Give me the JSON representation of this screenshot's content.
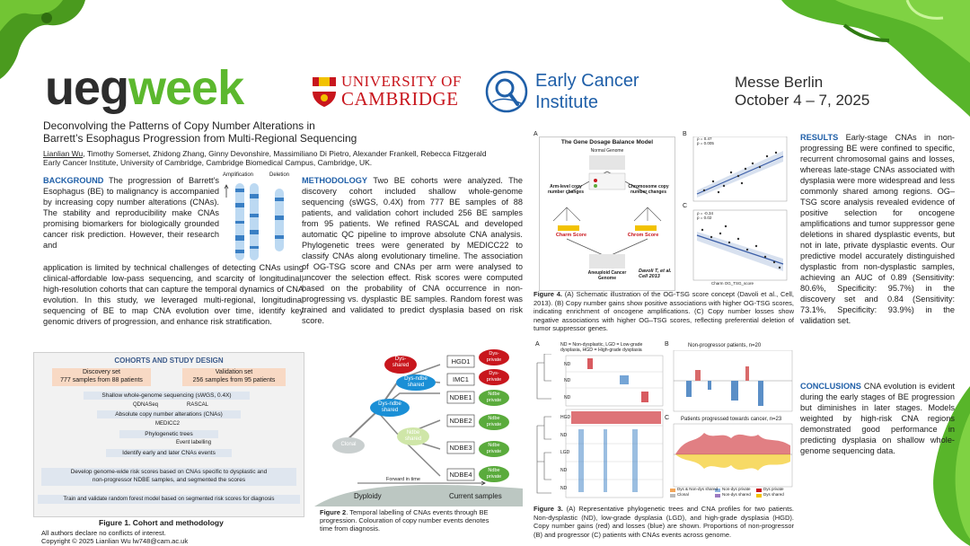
{
  "header": {
    "ueg": "ueg",
    "week": "week",
    "cambridge_line1": "UNIVERSITY OF",
    "cambridge_line2": "CAMBRIDGE",
    "eci_line1": "Early Cancer",
    "eci_line2": "Institute",
    "venue": "Messe Berlin",
    "dates": "October 4 – 7, 2025"
  },
  "title": {
    "line1": "Deconvolving the Patterns of Copy Number Alterations in",
    "line2": "Barrett’s Esophagus Progression from Multi-Regional Sequencing"
  },
  "authors": {
    "first": "Lianlian Wu",
    "rest": ", Timothy Somerset, Zhidong Zhang, Ginny Devonshire, Massimiliano Di Pietro, Alexander Frankell, Rebecca Fitzgerald",
    "affiliation": "Early Cancer Institute, University of Cambridge, Cambridge Biomedical Campus, Cambridge, UK."
  },
  "background": {
    "heading": "BACKGROUND",
    "text1": " The progression of Barrett’s Esophagus (BE) to malignancy is accompanied by increasing copy number alterations (CNAs). The stability and reproducibility make CNAs promising biomarkers for biologically grounded cancer risk prediction. However, their research and",
    "text2": "application is limited by technical challenges of detecting CNAs using clinical-affordable low-pass sequencing, and scarcity of longitudinal, high-resolution cohorts that can capture the temporal dynamics of CNA evolution. In this study, we leveraged multi-regional, longitudinal sequencing of BE to map CNA evolution over time, identify key genomic drivers of progression, and enhance risk stratification.",
    "chrom_label_amp": "Amplification",
    "chrom_label_del": "Deletion"
  },
  "methodology": {
    "heading": "METHODOLOGY",
    "text": " Two BE cohorts were analyzed. The discovery cohort included shallow whole-genome sequencing (sWGS, 0.4X) from 777 BE samples of 88 patients, and validation cohort included 256 BE samples from 95 patients. We refined RASCAL and developed automatic QC pipeline to improve absolute CNA analysis. Phylogenetic trees were generated by MEDICC22 to classify CNAs along evolutionary timeline. The association of OG-TSG score and CNAs per arm were analysed to uncover the selection effect. Risk scores were computed based on the probability of CNA occurrence in non-progressing vs. dysplastic BE samples. Random forest was trained and validated to predict dysplasia based on risk score."
  },
  "fig1": {
    "title": "COHORTS AND STUDY DESIGN",
    "discovery_title": "Discovery set",
    "discovery_text": "777 samples from 88 patients",
    "validation_title": "Validation set",
    "validation_text": "256 samples from 95 patients",
    "step1": "Shallow whole-genome sequencing (sWGS, 0.4X)",
    "tool1": "QDNASeq",
    "tool2": "RASCAL",
    "step2": "Absolute copy number alterations (CNAs)",
    "tool3": "MEDICC2",
    "step3": "Phylogenetic trees",
    "tool4": "Event labelling",
    "step4": "Identify early and later CNAs events",
    "step5_line1": "Develop genome-wide risk scores based on CNAs specific to dysplastic and",
    "step5_line2": "non-progressor NDBE samples, and segmented the scores",
    "step6": "Train and validate random forest model based on segmented risk scores for diagnosis",
    "caption": "Figure 1. Cohort and methodology"
  },
  "fig2": {
    "nodes": {
      "dys_shared": "Dys-\nshared",
      "dys_ndbe_shared_top": "Dys-ndbe\nshared",
      "dys_ndbe_shared_mid": "Dys-ndbe\nshared",
      "ndbe_shared": "Ndbe\nshared",
      "clonal": "Clonal",
      "dys_private": "Dys-\nprivate",
      "ndbe_private": "Ndbe\nprivate"
    },
    "samples": [
      "HGD1",
      "IMC1",
      "NDBE1",
      "NDBE2",
      "NDBE3",
      "NDBE4"
    ],
    "forward_label": "Forward in time",
    "ploidy_label": "Dyploidy",
    "current_label": "Current samples",
    "caption_bold": "Figure 2",
    "caption_text": ". Temporal labelling of CNAs events through BE progression. Colouration of copy number events denotes time from diagnosis."
  },
  "fig4": {
    "panel_a": "A",
    "panel_b": "B",
    "panel_c": "C",
    "model_title": "The Gene Dosage Balance Model",
    "normal_genome": "Normal Genome",
    "aneuploid": "Aneuploid Cancer Genome",
    "citation": "Davoli T, et al. Cell 2013",
    "arm_left": "Arm-level copy number changes",
    "arm_right": "Chromosome copy number changes",
    "charm_score": "Charm Score",
    "chrom_score": "Chrom Score",
    "b_stats": "ρ = 0.47\np = 0.005",
    "c_stats": "ρ = -0.34\np = 0.02",
    "xlabel": "Charm OG_TSG_score",
    "caption_bold": "Figure 4.",
    "caption_text": " (A) Schematic illustration of the OG-TSG score concept (Davoli et al., Cell, 2013). (B) Copy number gains show positive associations with higher OG-TSG scores, indicating enrichment of oncogene amplifications. (C) Copy number losses show negative associations with higher OG–TSG scores, reflecting preferential deletion of tumor suppressor genes."
  },
  "fig3": {
    "panel_a": "A",
    "panel_b": "B",
    "panel_c": "C",
    "legend_line1": "ND = Non-dysplastic, LGD = Low-grade",
    "legend_line2": "dysplasia, HGD = High-grade dysplasia",
    "nonprog_title": "Non-progressor patients, n=20",
    "prog_title": "Patients progressed towards cancer, n=23",
    "rows_top": [
      "ND",
      "ND",
      "ND"
    ],
    "rows_bottom": [
      "HGD",
      "ND",
      "LGD",
      "ND",
      "ND"
    ],
    "key": [
      "Dys & Non-dys shared",
      "Non-dys private",
      "Dys private",
      "Clonal",
      "Non-dys shared",
      "Dys shared"
    ],
    "caption_bold": "Figure 3.",
    "caption_text": " (A) Representative phylogenetic trees and CNA profiles for two patients. Non-dysplastic (ND), low-grade dysplasia (LGD), and high-grade dysplasia (HGD). Copy number gains (red) and losses (blue) are shown. Proportions of non-progressor (B) and progressor (C) patients with CNAs events across genome."
  },
  "results": {
    "heading": "RESULTS",
    "text": " Early-stage CNAs in non-progressing BE were confined to specific, recurrent chromosomal gains and losses, whereas late-stage CNAs associated with dysplasia were more widespread and less commonly shared among regions. OG–TSG score analysis revealed evidence of positive selection for oncogene amplifications and tumor suppressor gene deletions in shared dysplastic events, but not in late, private dysplastic events. Our predictive model accurately distinguished dysplastic from non-dysplastic samples, achieving an AUC of 0.89 (Sensitivity: 80.6%, Specificity: 95.7%) in the discovery set and 0.84 (Sensitivity: 73.1%, Specificity: 93.9%) in the validation set."
  },
  "conclusions": {
    "heading": "CONCLUSIONS",
    "text": " CNA evolution is evident during the early stages of BE progression but diminishes in later stages. Models weighted by high-risk CNA regions demonstrated good performance in predicting dysplasia on shallow whole-genome sequencing data."
  },
  "footer": {
    "coi": "All authors declare no conflicts of interest.",
    "copyright": "Copyright © 2025 Lianlian Wu lw748@cam.ac.uk"
  },
  "colors": {
    "accent_blue": "#1f5fa8",
    "ueg_green": "#5cb82e",
    "dys_red": "#c8161d",
    "ndbe_green": "#5aab3c",
    "shared_blue": "#1a8fd6"
  }
}
